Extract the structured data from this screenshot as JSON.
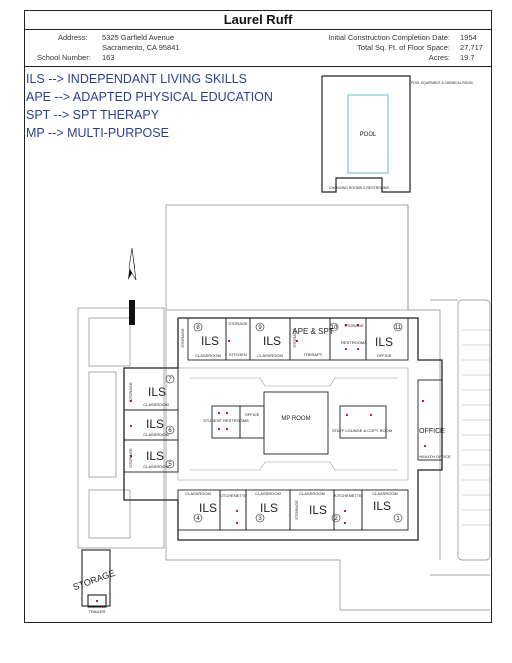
{
  "title": "Laurel Ruff",
  "header": {
    "address_label": "Address:",
    "address_line1": "5325 Garfield Avenue",
    "address_line2": "Sacramento, CA 95841",
    "school_number_label": "School Number:",
    "school_number": "163",
    "construction_label": "Initial Construction Completion Date:",
    "construction_value": "1954",
    "sqft_label": "Total Sq. Ft. of Floor Space:",
    "sqft_value": "27,717",
    "acres_label": "Acres:",
    "acres_value": "19.7"
  },
  "legend": [
    "ILS --> INDEPENDANT LIVING SKILLS",
    "APE --> ADAPTED PHYSICAL EDUCATION",
    "SPT --> SPT THERAPY",
    "MP --> MULTI-PURPOSE"
  ],
  "plan": {
    "pool": "POOL",
    "pool_equipment": "POOL EQUIPMENT & CHEMICAL ROOM",
    "changing_rooms": "CHANGING ROOMS & RESTROOMS",
    "ils": "ILS",
    "ape_spt": "APE & SPT",
    "classroom": "CLASSROOM",
    "storage": "STORAGE",
    "kitchen": "KITCHEN",
    "therapy": "THERAPY",
    "office": "OFFICE",
    "mp_room": "MP ROOM",
    "restrooms": "RESTROOMS",
    "student_restrooms": "STUDENT RESTROOMS",
    "staff_lounge": "STAFF LOUNGE & COPY ROOM",
    "health_office": "HEALTH OFFICE",
    "trailer": "TRAILER",
    "kitchenette": "KITCHENETTE",
    "room_numbers": [
      "8",
      "9",
      "10",
      "11",
      "7",
      "6",
      "5",
      "4",
      "3",
      "2",
      "1"
    ]
  }
}
